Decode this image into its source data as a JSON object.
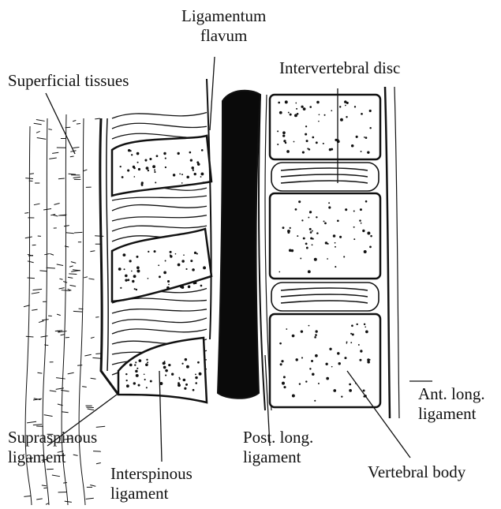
{
  "labels": {
    "ligamentum_flavum": [
      "Ligamentum",
      "flavum"
    ],
    "superficial_tissues": "Superficial tissues",
    "intervertebral_disc": "Intervertebral disc",
    "ant_long_ligament": [
      "Ant. long.",
      "ligament"
    ],
    "supraspinous_ligament": [
      "Supraspinous",
      "ligament"
    ],
    "post_long_ligament": [
      "Post. long.",
      "ligament"
    ],
    "vertebral_body": "Vertebral body",
    "interspinous_ligament": [
      "Interspinous",
      "ligament"
    ]
  },
  "colors": {
    "ink": "#111111",
    "background": "#ffffff",
    "canal": "#0a0a0a"
  }
}
